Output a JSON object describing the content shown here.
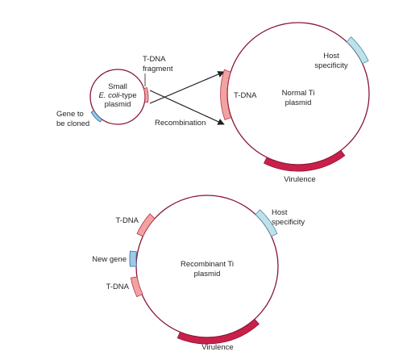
{
  "top": {
    "small_plasmid": {
      "line1": "Small",
      "line2_italic": "E. coli",
      "line2_rest": "-type",
      "line3": "plasmid"
    },
    "tdna_fragment": {
      "line1": "T-DNA",
      "line2": "fragment"
    },
    "gene_to_clone": {
      "line1": "Gene to",
      "line2": "be cloned"
    },
    "recombination": "Recombination",
    "normal_ti": {
      "line1": "Normal Ti",
      "line2": "plasmid",
      "tdna": "T-DNA",
      "host1": "Host",
      "host2": "specificity",
      "virulence": "Virulence"
    }
  },
  "bottom": {
    "recombinant_ti": {
      "line1": "Recombinant Ti",
      "line2": "plasmid",
      "tdna_top": "T-DNA",
      "new_gene": "New gene",
      "tdna_bottom": "T-DNA",
      "host1": "Host",
      "host2": "specificity",
      "virulence": "Virulence"
    }
  },
  "colors": {
    "circle": "#8a1538",
    "tdna": "#f1a3a1",
    "host": "#bfe2ea",
    "gene": "#9fc9e7",
    "virulence": "#c9204a"
  }
}
